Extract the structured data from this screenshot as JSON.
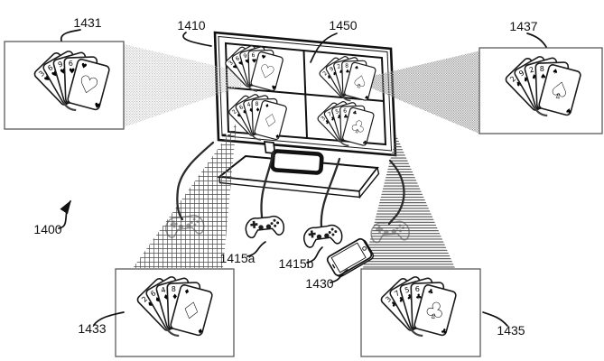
{
  "figure_labels": {
    "system": "1400",
    "display": "1410",
    "screen_quadrant": "1450",
    "hand_top_left": "1431",
    "hand_top_right": "1437",
    "hand_bottom_left": "1433",
    "hand_bottom_right": "1435",
    "controller_a": "1415a",
    "controller_b": "1415b",
    "mobile_device": "1430"
  },
  "card_fans": {
    "hearts": {
      "suit": "♥",
      "back_indices": [
        "3",
        "6",
        "9",
        "6"
      ]
    },
    "spades": {
      "suit": "♠",
      "back_indices": [
        "2",
        "9",
        "2",
        "8"
      ]
    },
    "diamonds": {
      "suit": "♦",
      "back_indices": [
        "2",
        "6",
        "4",
        "8"
      ]
    },
    "clubs": {
      "suit": "♣",
      "back_indices": [
        "3",
        "7",
        "5",
        "6"
      ]
    }
  },
  "panel_assignments": {
    "tv_quadrants": [
      "hearts",
      "spades",
      "diamonds",
      "clubs"
    ],
    "boxes": {
      "1431": "hearts",
      "1437": "spades",
      "1433": "diamonds",
      "1435": "clubs"
    }
  }
}
